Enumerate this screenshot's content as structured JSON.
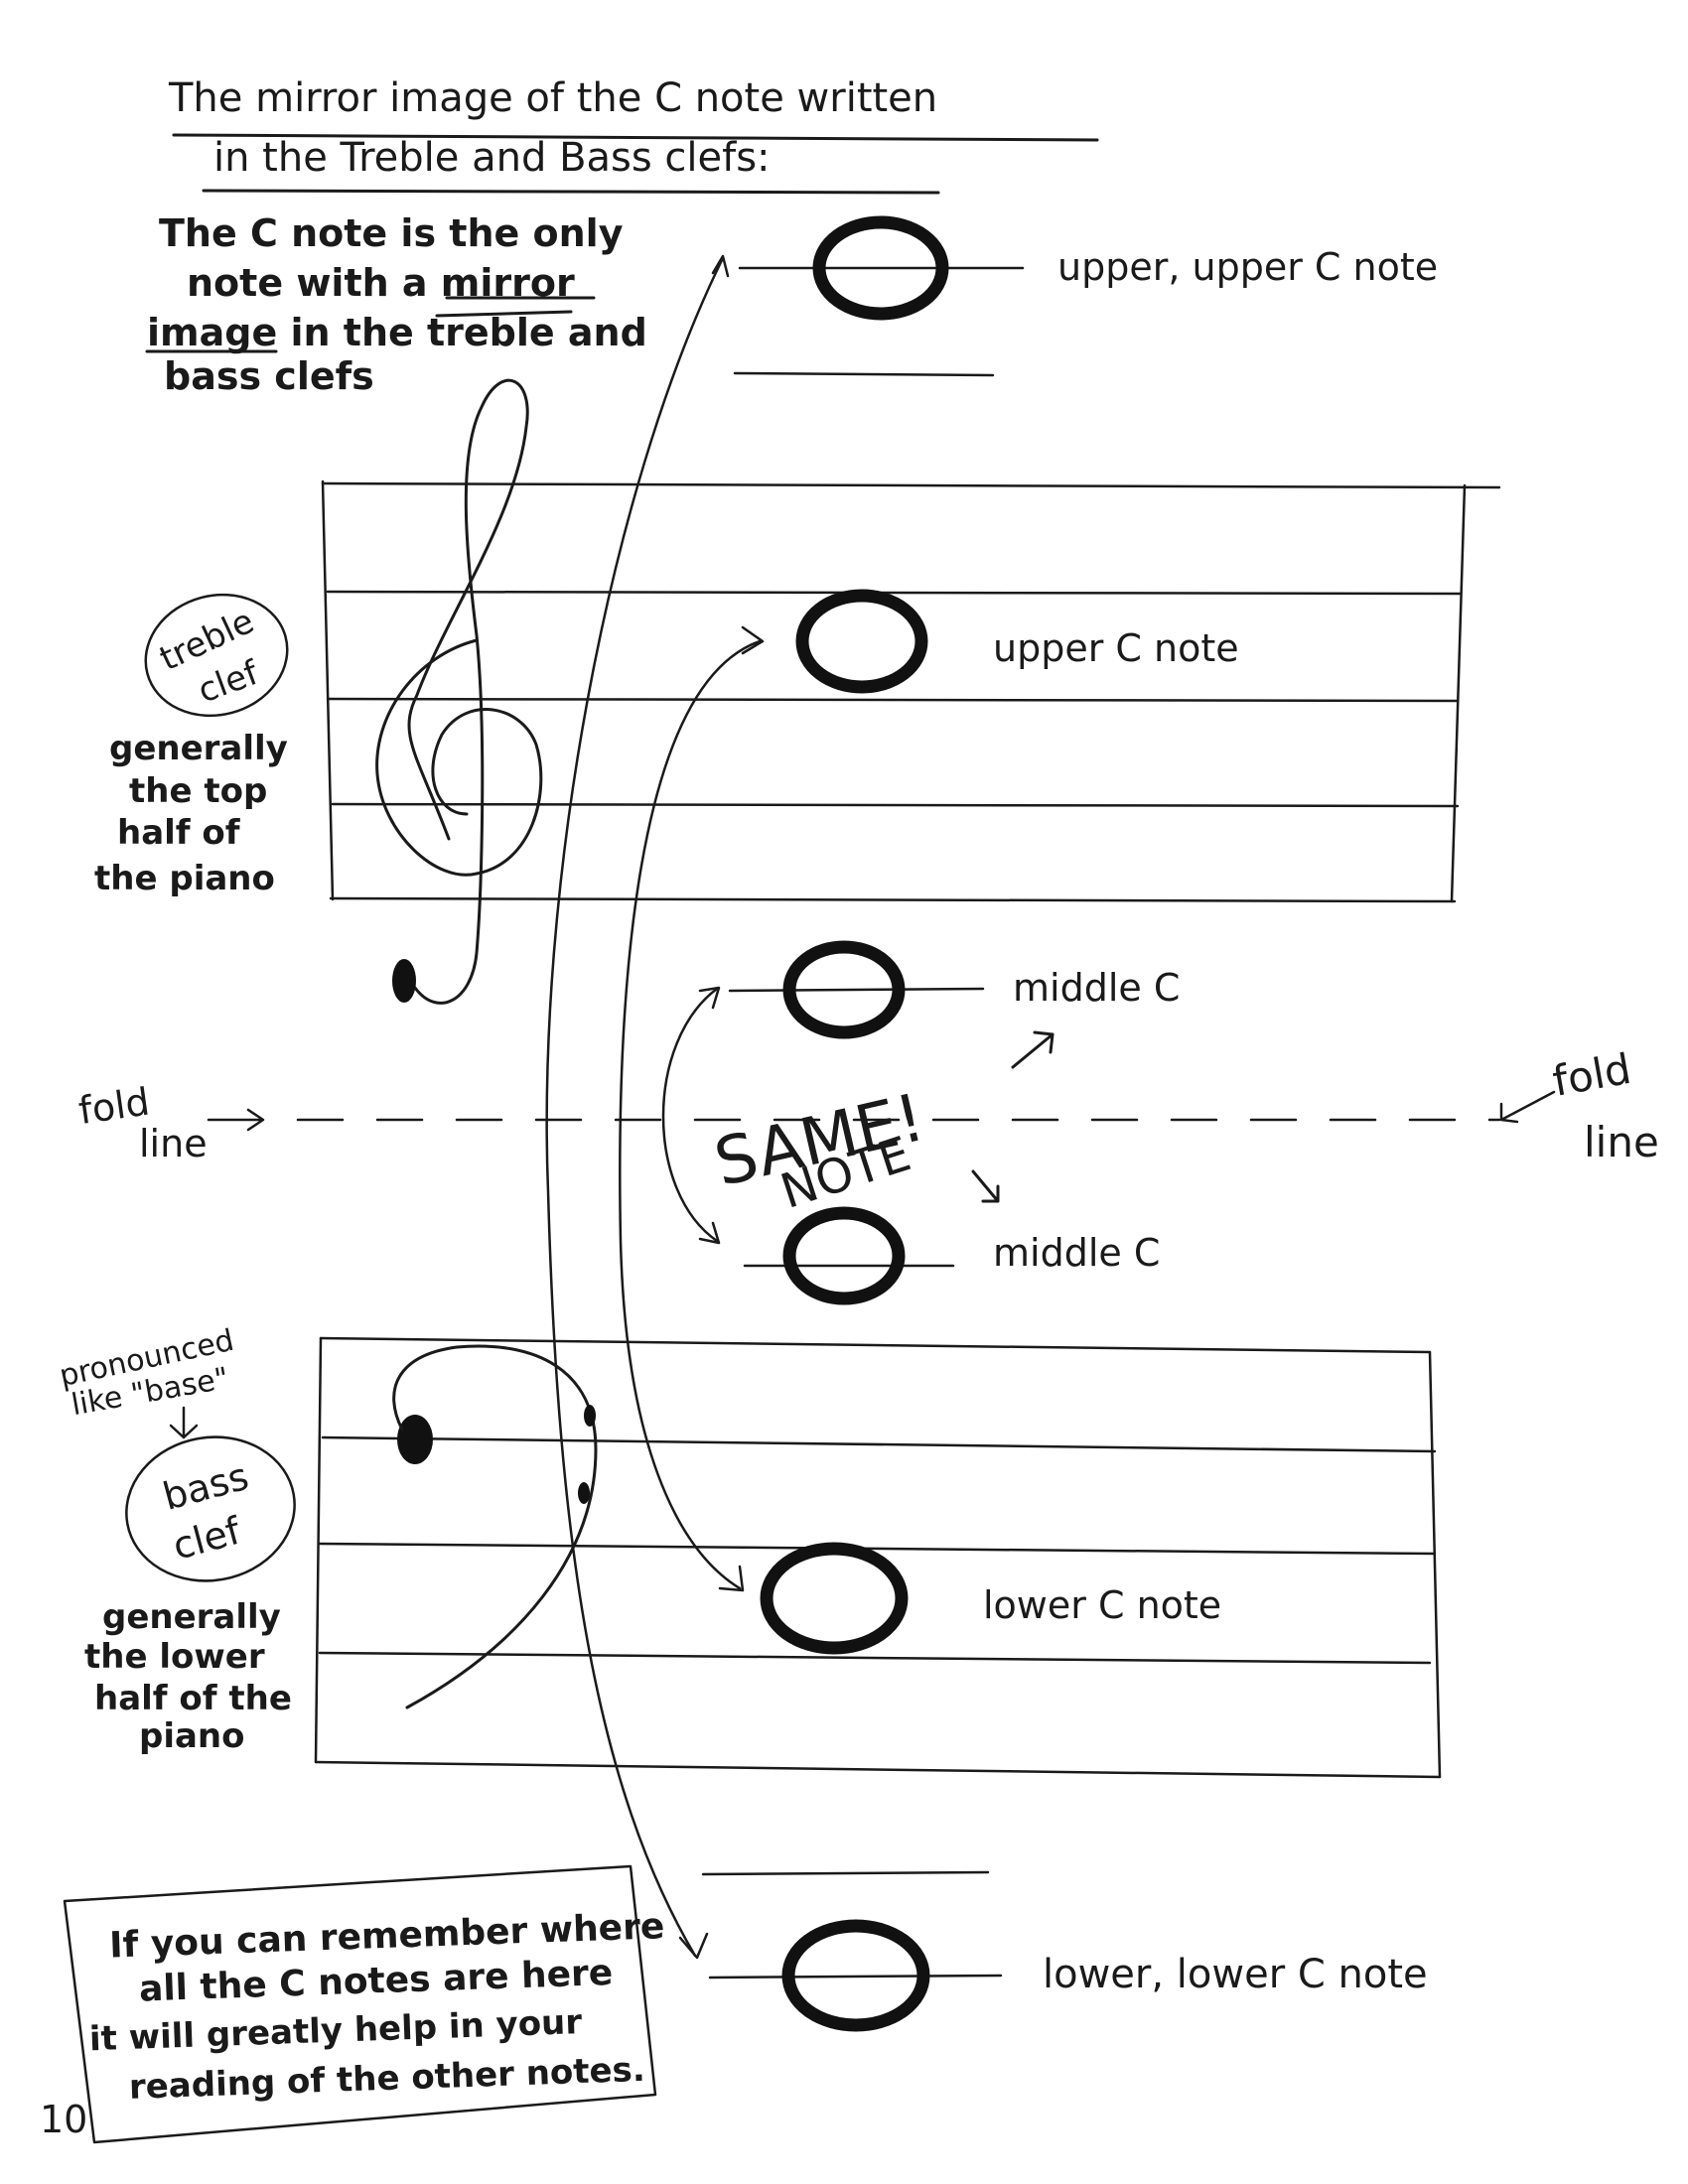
{
  "title": {
    "line1": "The mirror image of the C note written",
    "line2": "in the Treble and Bass clefs:"
  },
  "intro_note": [
    "The C note is the only",
    "note with a mirror",
    "image in the treble and",
    "bass clefs"
  ],
  "treble": {
    "badge": [
      "treble",
      "clef"
    ],
    "caption": [
      "generally",
      "the top",
      "half of",
      "the piano"
    ]
  },
  "bass": {
    "pronounce": [
      "pronounced",
      "like \"base\""
    ],
    "badge": [
      "bass",
      "clef"
    ],
    "caption": [
      "generally",
      "the lower",
      "half of the",
      "piano"
    ]
  },
  "notes": {
    "upper_upper": "upper, upper C note",
    "upper": "upper C note",
    "middle_top": "middle C",
    "middle_bottom": "middle C",
    "lower": "lower C note",
    "lower_lower": "lower, lower C note"
  },
  "fold": {
    "left": [
      "fold",
      "line"
    ],
    "right": [
      "fold",
      "line"
    ]
  },
  "same_note": {
    "line1": "SAME!",
    "line2": "NOTE"
  },
  "tip_box": [
    "If you can remember where",
    "all the C notes are here",
    "it will greatly help in your",
    "reading of the other notes."
  ],
  "page_number": "10"
}
